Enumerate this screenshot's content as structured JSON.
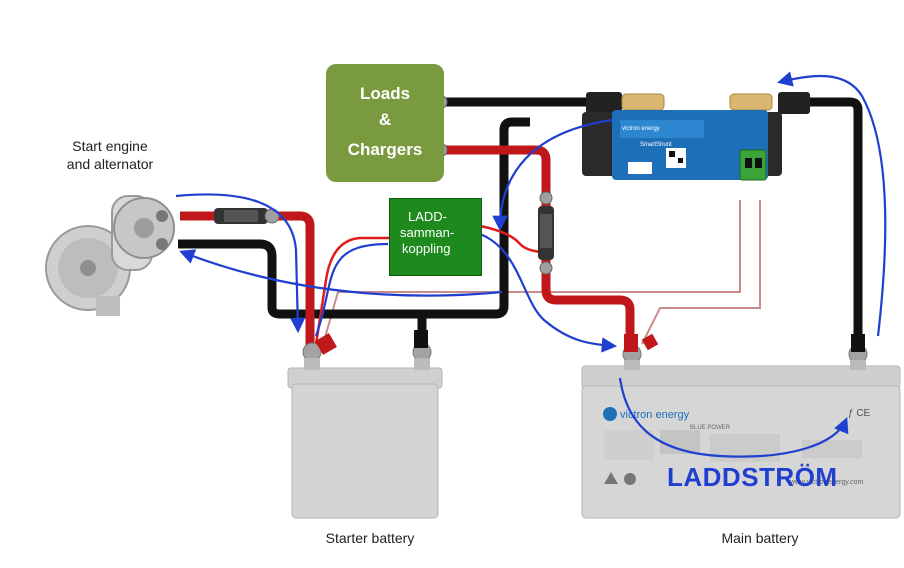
{
  "labels": {
    "start_engine_line1": "Start engine",
    "start_engine_line2": "and alternator",
    "loads_line1": "Loads",
    "loads_line2": "&",
    "loads_line3": "Chargers",
    "ladd_line1": "LADD-",
    "ladd_line2": "samman-",
    "ladd_line3": "koppling",
    "starter_battery": "Starter battery",
    "main_battery": "Main battery",
    "laddstrom": "LADDSTRÖM",
    "shunt_brand": "victron energy",
    "shunt_model": "SmartShunt",
    "battery_brand": "victron energy",
    "battery_tagline": "BLUE POWER",
    "battery_web": "www.victronenergy.com"
  },
  "colors": {
    "loads_box": "#7a9a3f",
    "ladd_box": "#1e8a1e",
    "cable_negative": "#111111",
    "cable_positive": "#c0171a",
    "current_arrows": "#1f3fd0",
    "battery_body": "#d4d4d4",
    "shunt_body": "#1d6fb8"
  }
}
